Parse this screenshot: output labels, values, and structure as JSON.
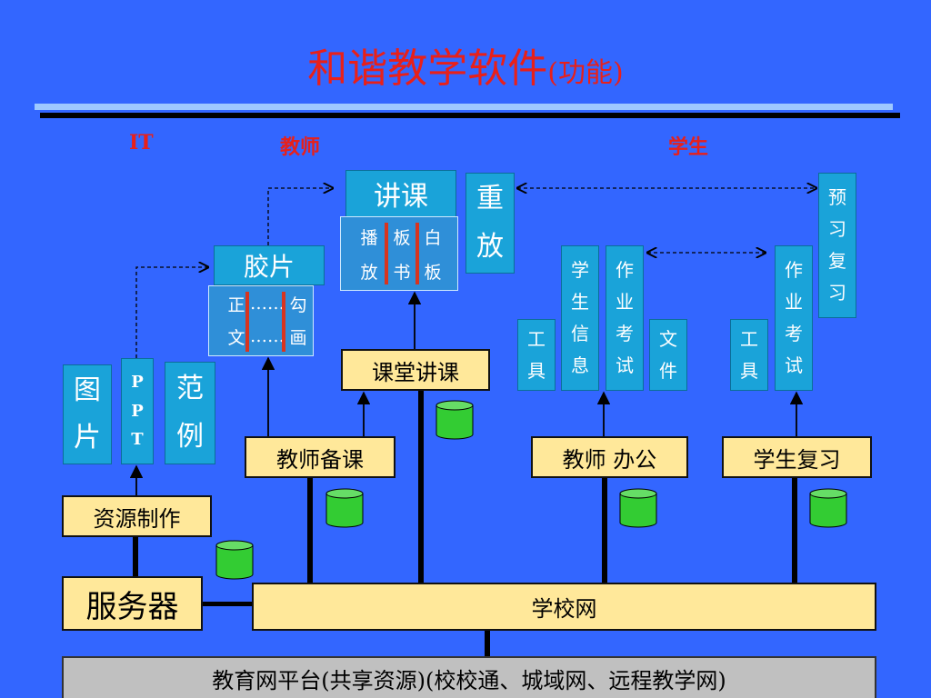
{
  "title": {
    "main": "和谐教学软件",
    "sub": "(功能)"
  },
  "headers": {
    "it": "IT",
    "teacher": "教师",
    "student": "学生"
  },
  "leaves": {
    "picture": "图片",
    "ppt": "PPT",
    "example": "范例",
    "film": "胶片",
    "lecture": "讲课",
    "replay": "重放",
    "preview": "预习复习",
    "student_info": "学生信息",
    "homework_exam_t": "作业考试",
    "tools_t": "工具",
    "files": "文件",
    "homework_exam_s": "作业考试",
    "tools_s": "工具"
  },
  "film_panel": {
    "c1": [
      "正",
      "文"
    ],
    "dots": [
      "……",
      "……"
    ],
    "c3": [
      "勾",
      "画"
    ]
  },
  "lecture_panel": {
    "c1": [
      "播",
      "放"
    ],
    "c2": [
      "板",
      "书"
    ],
    "c3": [
      "白",
      "板"
    ]
  },
  "nodes": {
    "resource": "资源制作",
    "prep": "教师备课",
    "classroom": "课堂讲课",
    "office": "教师 办公",
    "review": "学生复习",
    "server": "服务器",
    "school_net": "学校网"
  },
  "platform": "教育网平台(共享资源)(校校通、城域网、远程教学网)",
  "colors": {
    "background": "#3366ff",
    "title": "#e8201a",
    "leaf": "#1aa3d9",
    "node": "#ffe89a",
    "database": "#33cc33",
    "platform": "#c0c0c0"
  },
  "icons": [
    "database-icon",
    "arrow-up-icon",
    "dashed-arrow-icon",
    "double-arrow-icon"
  ]
}
